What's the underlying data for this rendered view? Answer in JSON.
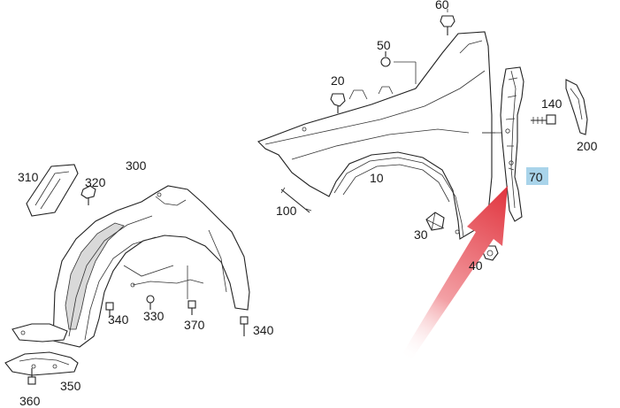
{
  "callouts": {
    "p10": "10",
    "p20": "20",
    "p30": "30",
    "p40": "40",
    "p50": "50",
    "p60": "60",
    "p70": "70",
    "p100": "100",
    "p140": "140",
    "p200": "200",
    "p300": "300",
    "p310": "310",
    "p320": "320",
    "p330": "330",
    "p340a": "340",
    "p340b": "340",
    "p350": "350",
    "p360": "360",
    "p370": "370"
  },
  "highlight": {
    "part": "70",
    "color": "#a9d4ea"
  },
  "arrow": {
    "color": "#e0303a",
    "points_to": "70"
  }
}
